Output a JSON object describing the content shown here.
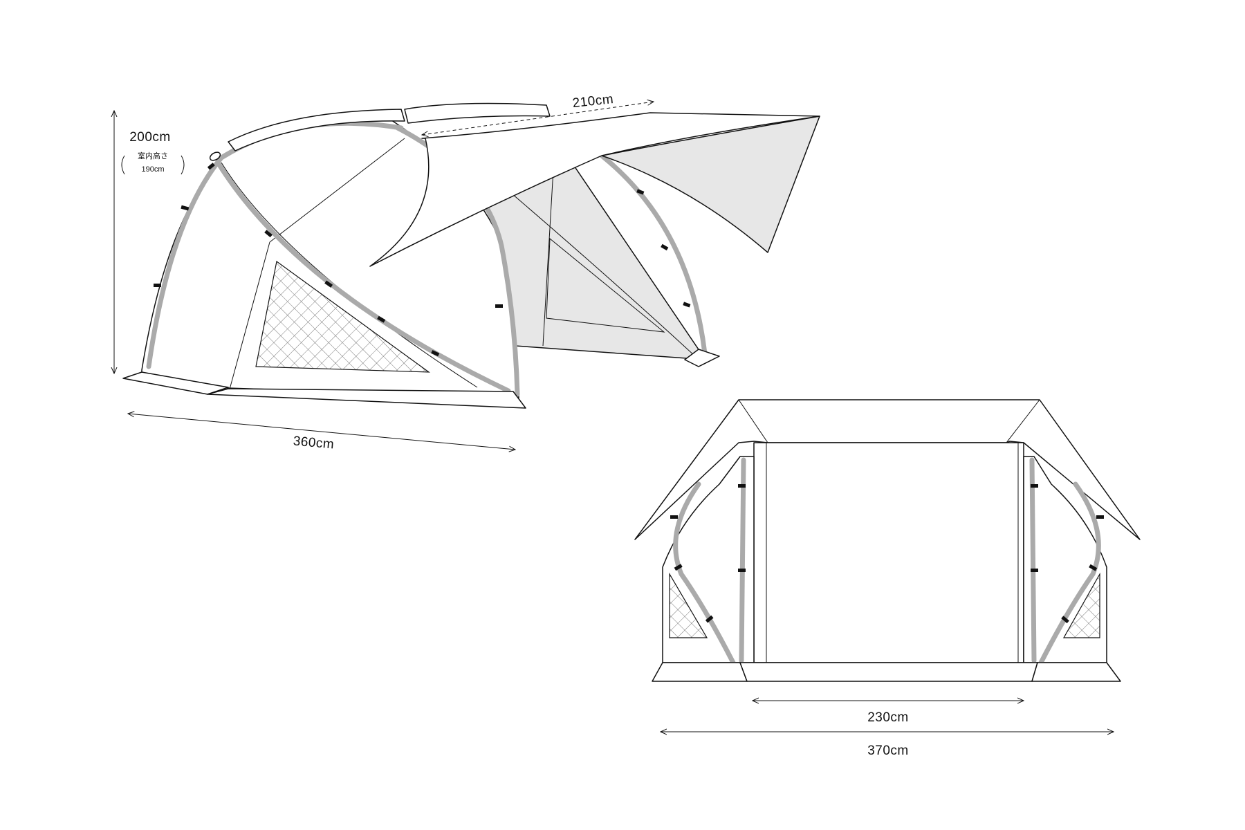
{
  "side_view": {
    "height_label": "200cm",
    "inner_height_caption": "室内高さ",
    "inner_height_value": "190cm",
    "length_label": "360cm",
    "tarp_depth_label": "210cm"
  },
  "front_view": {
    "inner_width_label": "230cm",
    "total_width_label": "370cm"
  }
}
